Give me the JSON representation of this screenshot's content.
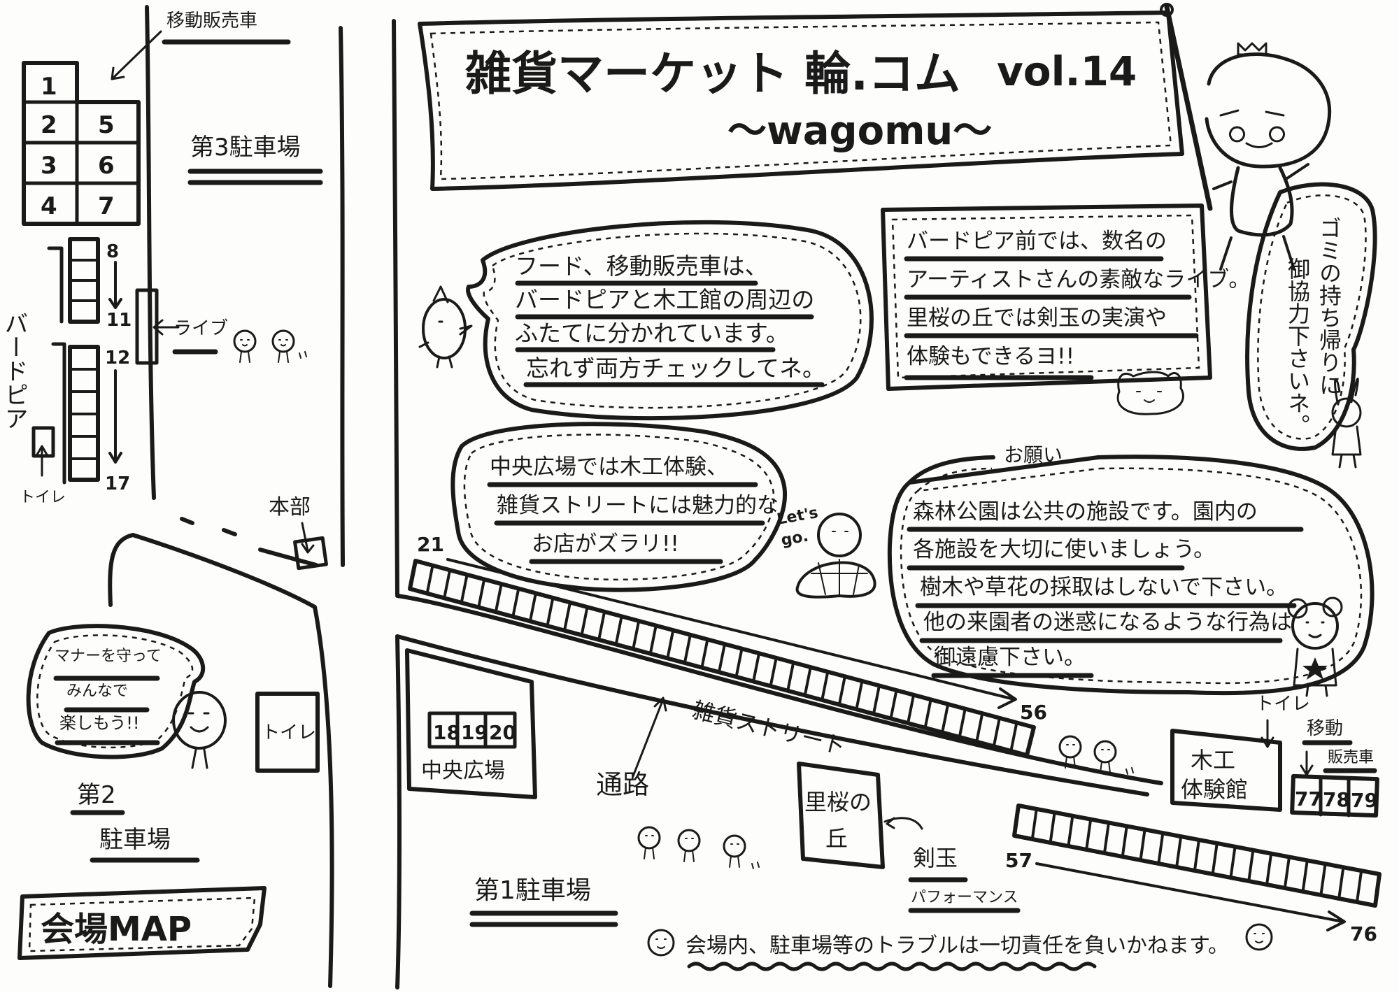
{
  "banner": {
    "title": "雑貨マーケット 輪.コム",
    "volume": "vol.14",
    "subtitle": "〜wagomu〜"
  },
  "colors": {
    "ink": "#1a1a1a",
    "paper": "#fdfdfb"
  },
  "notices": {
    "food": [
      "フード、移動販売車は、",
      "バードピアと木工館の周辺の",
      "ふたてに分かれています。",
      "忘れず両方チェックしてネ。"
    ],
    "live": [
      "バードピア前では、数名の",
      "アーティストさんの素敵なライブ。",
      "里桜の丘では剣玉の実演や",
      "体験もできるヨ!!"
    ],
    "garbage": [
      "ゴミの持ち帰りに",
      "御協力下さいネ。"
    ],
    "plaza": [
      "中央広場では木工体験、",
      "雑貨ストリートには魅力的な",
      "お店がズラリ!!"
    ],
    "request_title": "お願い",
    "request": [
      "森林公園は公共の施設です。園内の",
      "各施設を大切に使いましょう。",
      "樹木や草花の採取はしないで下さい。",
      "他の来園者の迷惑になるような行為は",
      "御遠慮下さい。"
    ],
    "manner": [
      "マナーを守って",
      "みんなで",
      "楽しもう!!"
    ],
    "lets_go": [
      "Let's",
      "go."
    ],
    "disclaimer": "会場内、駐車場等のトラブルは一切責任を負いかねます。"
  },
  "map": {
    "title": "会場MAP",
    "mobile_vendor": "移動販売車",
    "mobile_vendor_2": [
      "移動",
      "販売車"
    ],
    "parking_3": "第3駐車場",
    "parking_2": [
      "第2",
      "駐車場"
    ],
    "parking_1": "第1駐車場",
    "birdpia": "バードピア",
    "live_label": "ライブ",
    "toilet": "トイレ",
    "hq": "本部",
    "central_plaza": "中央広場",
    "zakka_street": "雑貨ストリート",
    "passage": "通路",
    "hill": [
      "里桜の",
      "丘"
    ],
    "kendama": "剣玉",
    "performance": "パフォーマンス",
    "woodwork": [
      "木工",
      "体験館"
    ],
    "top_grid": [
      "1",
      "2",
      "5",
      "3",
      "6",
      "4",
      "7"
    ],
    "booth_labels": {
      "b8": "8",
      "b11": "11",
      "b12": "12",
      "b17": "17",
      "b21": "21",
      "b56": "56",
      "b57": "57",
      "b76": "76"
    },
    "plaza_booths": [
      "18",
      "19",
      "20"
    ],
    "vendor_booths": [
      "77",
      "78",
      "79"
    ]
  }
}
